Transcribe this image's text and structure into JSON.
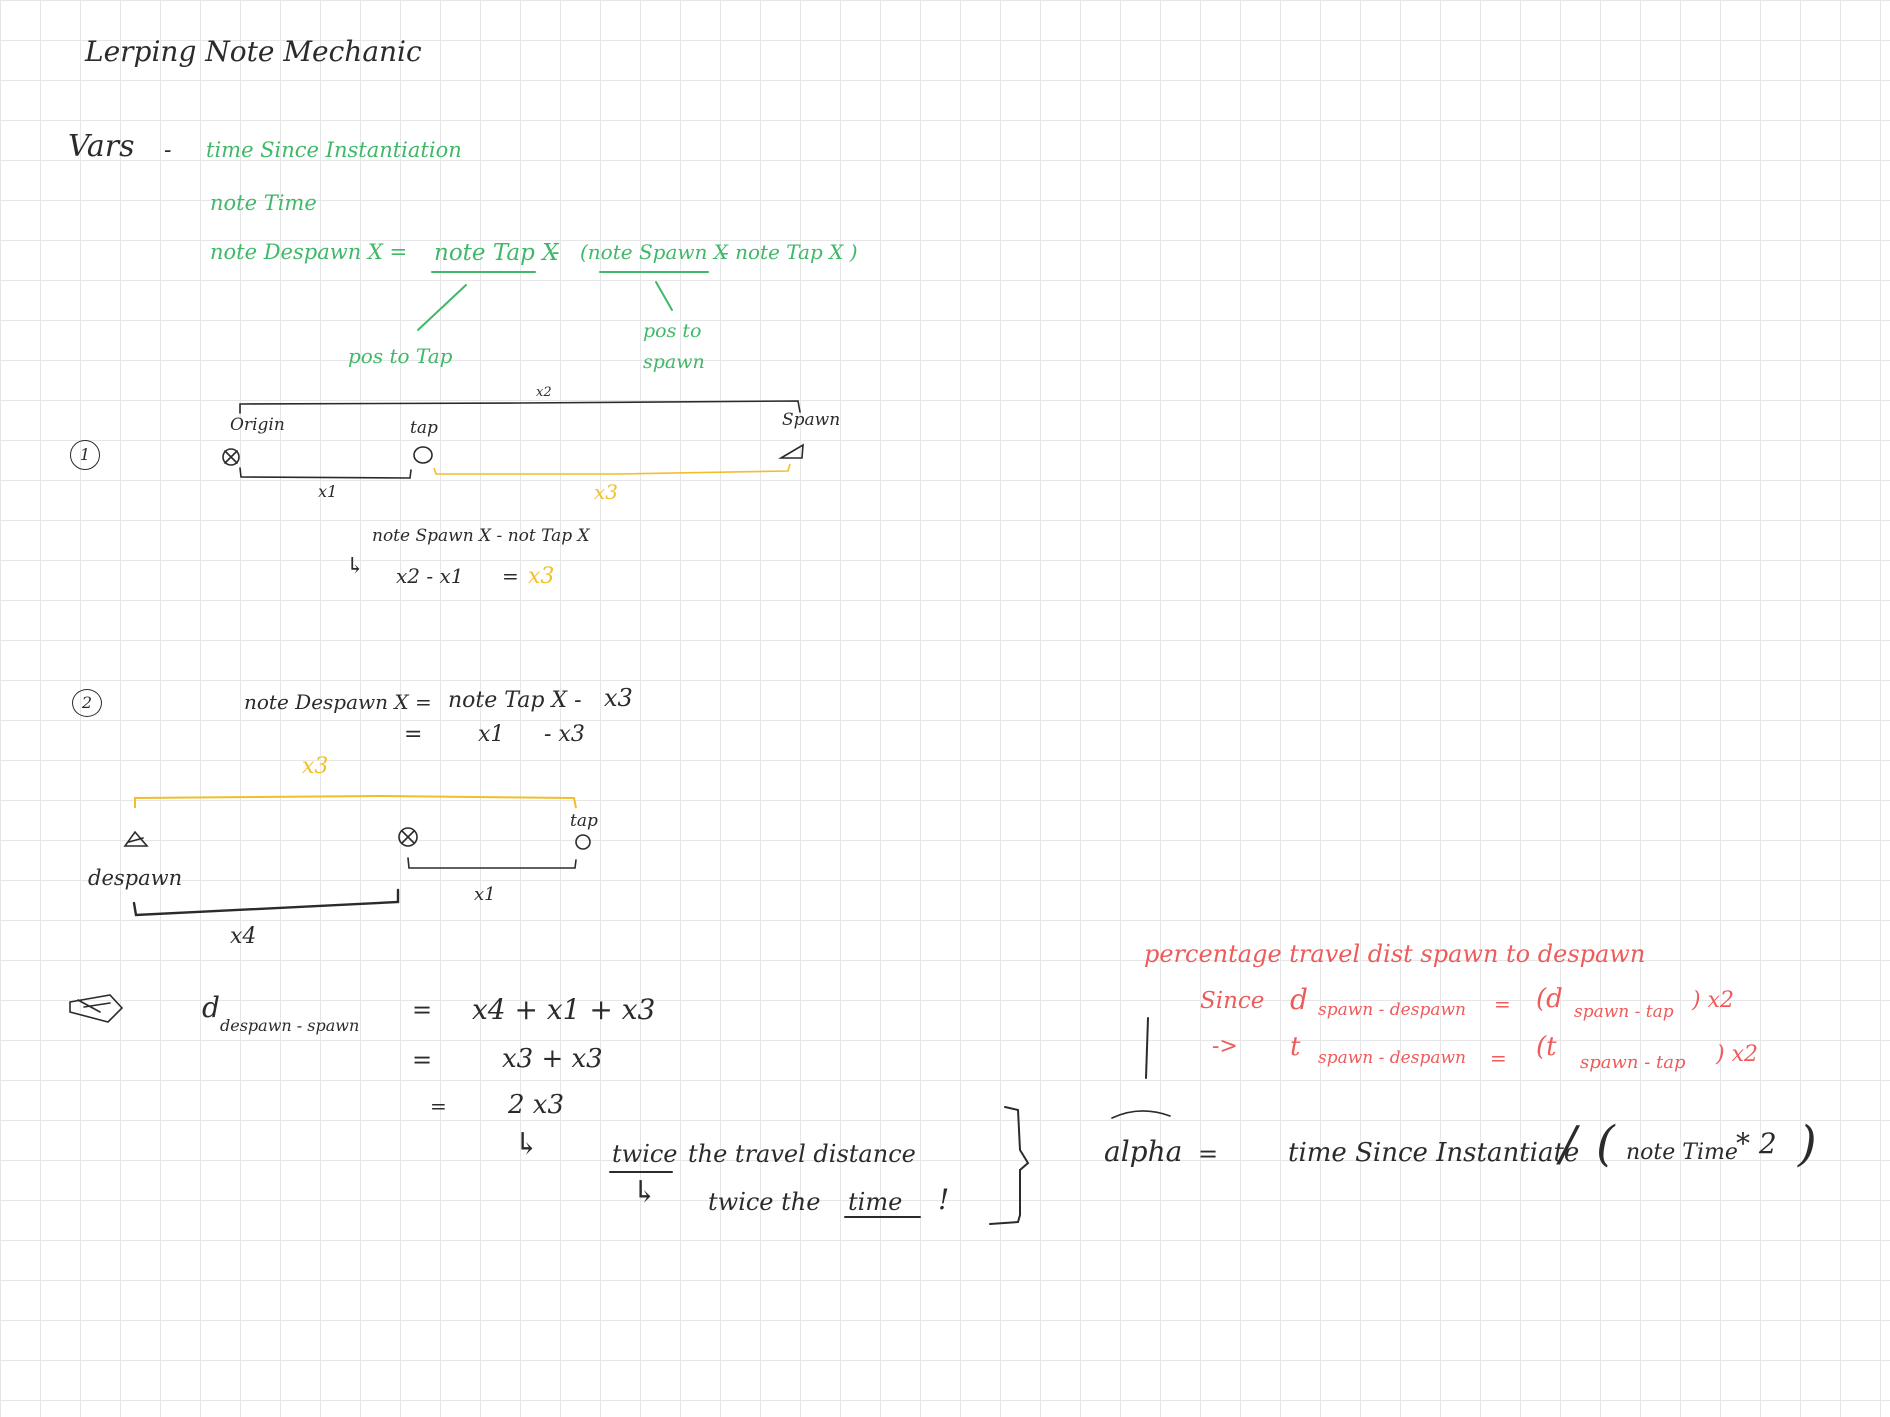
{
  "title": "Lerping Note Mechanic",
  "vars": {
    "label": "Vars",
    "dash": "-",
    "item1": "time Since Instantiation",
    "item2": "note Time",
    "eq_lhs": "note Despawn X =",
    "eq_term1": "note Tap X",
    "eq_minus": "-",
    "eq_term2": "(note Spawn X",
    "eq_term3": "- note Tap X )",
    "ann_pos_to_tap": "pos to Tap",
    "ann_pos_to_spawn_1": "pos to",
    "ann_pos_to_spawn_2": "spawn"
  },
  "step1": {
    "marker": "1",
    "x2": "x2",
    "origin": "Origin",
    "tap": "tap",
    "spawn": "Spawn",
    "x1": "x1",
    "x3": "x3",
    "note_line": "note Spawn X - not Tap X",
    "arrow": "↳",
    "eq_left": "x2 - x1",
    "eq_eq": "=",
    "eq_right": "x3"
  },
  "step2": {
    "marker": "2",
    "line1_lhs": "note Despawn X =",
    "line1_rhs": "note Tap X -",
    "line1_x3": "x3",
    "line2_eq": "=",
    "line2_x1": "x1",
    "line2_rest": "- x3",
    "x3_label": "x3",
    "despawn": "despawn",
    "tap": "tap",
    "x1": "x1",
    "x4": "x4"
  },
  "step3": {
    "d": "d",
    "d_sub": "despawn - spawn",
    "row1_eq": "=",
    "row1": "x4 + x1 + x3",
    "row2_eq": "=",
    "row2": "x3 + x3",
    "row3_eq": "=",
    "row3": "2 x3",
    "arrow1": "↳",
    "note1_twice": "twice",
    "note1_rest": "the travel distance",
    "arrow2": "↳",
    "note2_pre": "twice the",
    "note2_time": "time",
    "note2_excl": "!"
  },
  "alpha": {
    "label": "alpha",
    "eq": "=",
    "rhs": "time Since Instantiate",
    "slash": "/",
    "paren": "(",
    "note_time": "note Time",
    "times2": "* 2",
    "close": ")"
  },
  "red": {
    "heading": "percentage travel dist spawn to despawn",
    "since": "Since",
    "l1_d": "d",
    "l1_sub": "spawn - despawn",
    "l1_eq": "=",
    "l1_open": "(d",
    "l1_sub2": "spawn - tap",
    "l1_close": ") x2",
    "arrow": "->",
    "l2_t": "t",
    "l2_sub": "spawn - despawn",
    "l2_eq": "=",
    "l2_open": "(t",
    "l2_sub2": "spawn - tap",
    "l2_close": ") x2"
  },
  "colors": {
    "ink": "#2b2b2b",
    "green": "#3fb868",
    "yellow": "#f1bf2a",
    "red": "#ef5a5a",
    "grid": "#e6e6e6"
  }
}
